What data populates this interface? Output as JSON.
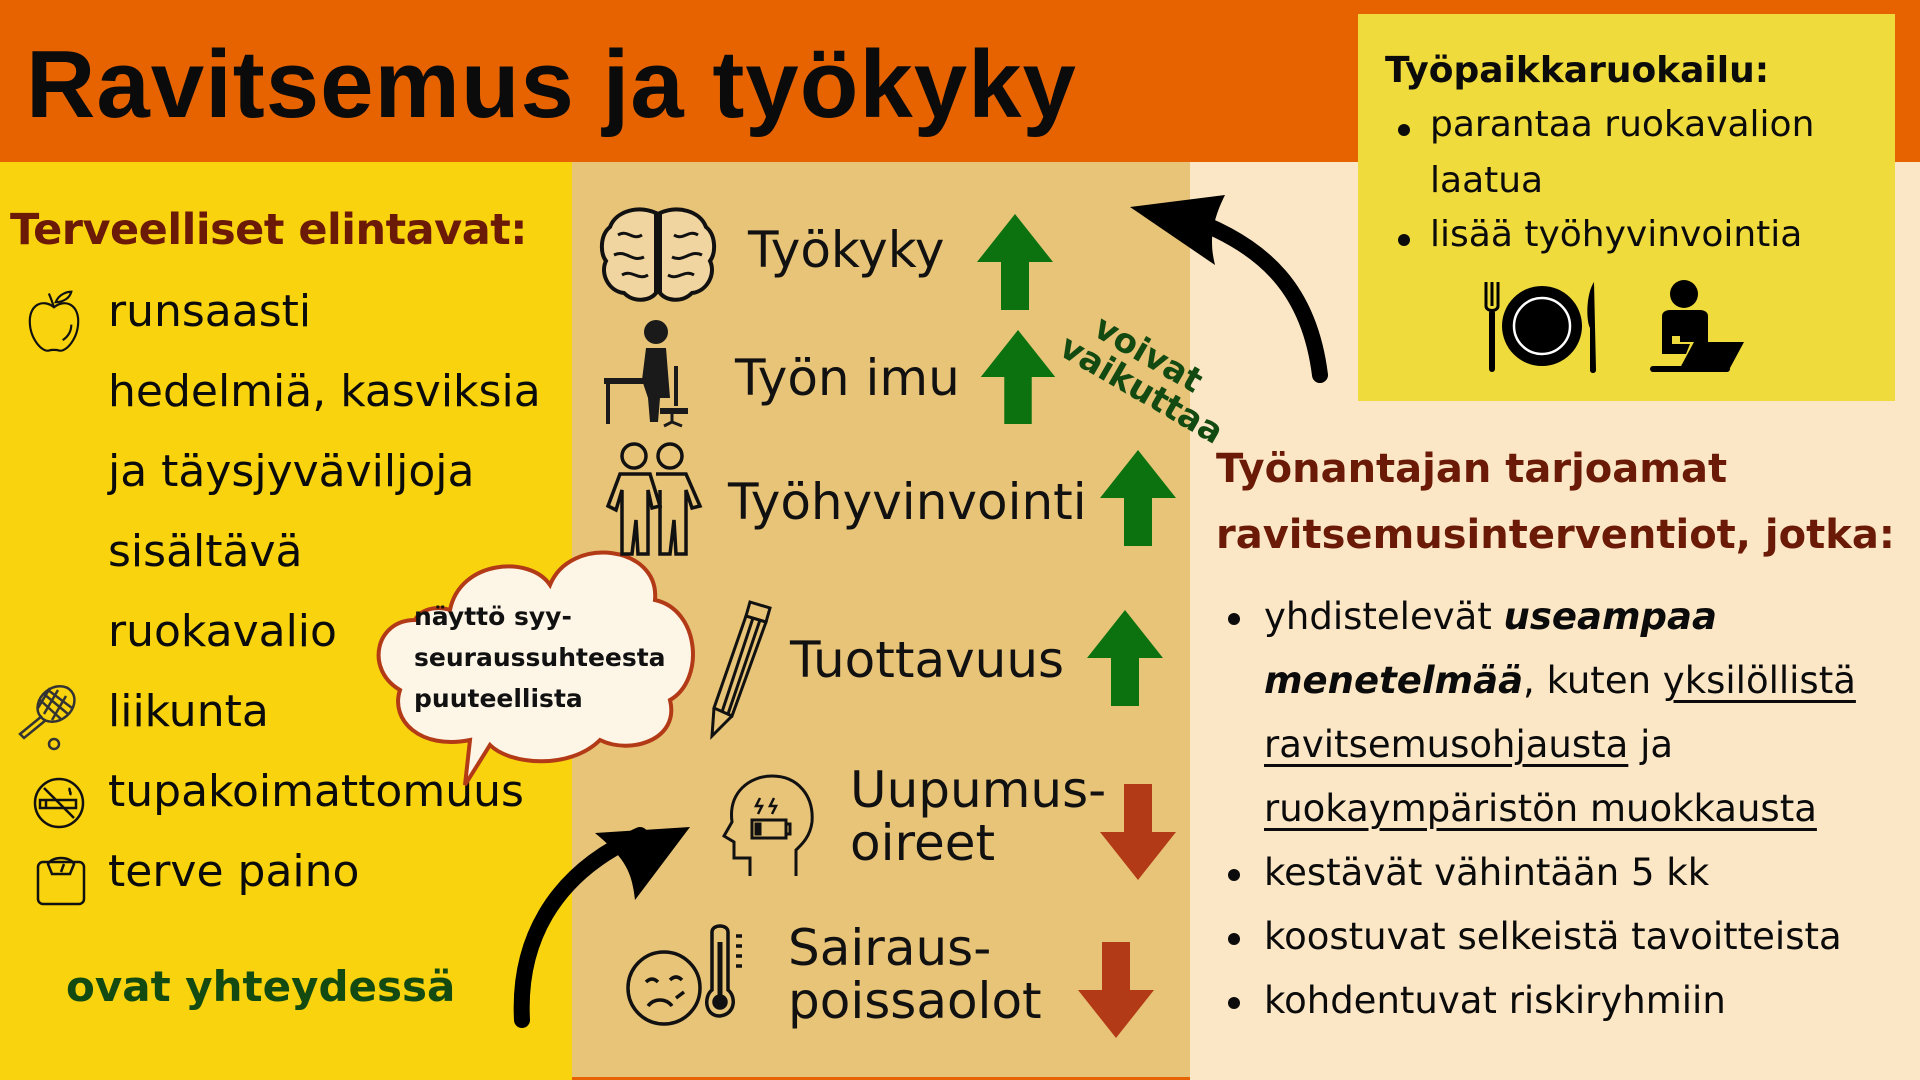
{
  "header": {
    "title": "Ravitsemus ja työkyky",
    "color": "#e66300"
  },
  "left": {
    "heading": "Terveelliset elintavat:",
    "lines": [
      "runsaasti",
      "hedelmiä, kasviksia",
      "ja täysjyväviljoja",
      "sisältävä",
      "ruokavalio",
      "liikunta",
      "tupakoimattomuus",
      "terve paino"
    ],
    "icons": [
      "apple-icon",
      "tennis-racket-icon",
      "no-smoking-icon",
      "scale-icon"
    ],
    "footer": "ovat yhteydessä",
    "background": "#f9d30e"
  },
  "cloud": {
    "lines": [
      "näyttö syy-",
      "seuraussuhteesta",
      "puuteellista"
    ]
  },
  "middle": {
    "background": "#e8c478",
    "outcomes": [
      {
        "label": "Työkyky",
        "direction": "up",
        "icon": "brain-icon"
      },
      {
        "label": "Työn imu",
        "direction": "up",
        "icon": "person-at-desk-icon"
      },
      {
        "label": "Työhyvinvointi",
        "direction": "up",
        "icon": "two-people-icon"
      },
      {
        "label": "Tuottavuus",
        "direction": "up",
        "icon": "pencil-icon"
      },
      {
        "label_line1": "Uupumus-",
        "label_line2": "oireet",
        "direction": "down",
        "icon": "exhausted-head-icon"
      },
      {
        "label_line1": "Sairaus-",
        "label_line2": "poissaolot",
        "direction": "down",
        "icon": "sick-face-thermometer-icon"
      }
    ],
    "up_color": "#0b720f",
    "down_color": "#b33a16"
  },
  "voivat": {
    "line1": "voivat",
    "line2": "vaikuttaa"
  },
  "box": {
    "title": "Työpaikkaruokailu:",
    "items": [
      "parantaa ruokavalion",
      "laatua",
      "lisää työhyvinvointia"
    ],
    "icons": [
      "plate-cutlery-icon",
      "person-laptop-icon"
    ],
    "background": "#efdb3c"
  },
  "right": {
    "heading_line1": "Työnantajan tarjoamat",
    "heading_line2": "ravitsemusinterventiot, jotka:",
    "item1": {
      "p1": "yhdistelevät ",
      "bold1": "useampaa",
      "bold2": "menetelmää",
      "p2": ", kuten ",
      "u1": "yksilöllistä",
      "u2": "ravitsemusohjausta",
      "p3": " ja",
      "u3": "ruokaympäristön muokkausta"
    },
    "items": [
      "kestävät vähintään 5 kk",
      "koostuvat selkeistä tavoitteista",
      "kohdentuvat riskiryhmiin"
    ]
  }
}
